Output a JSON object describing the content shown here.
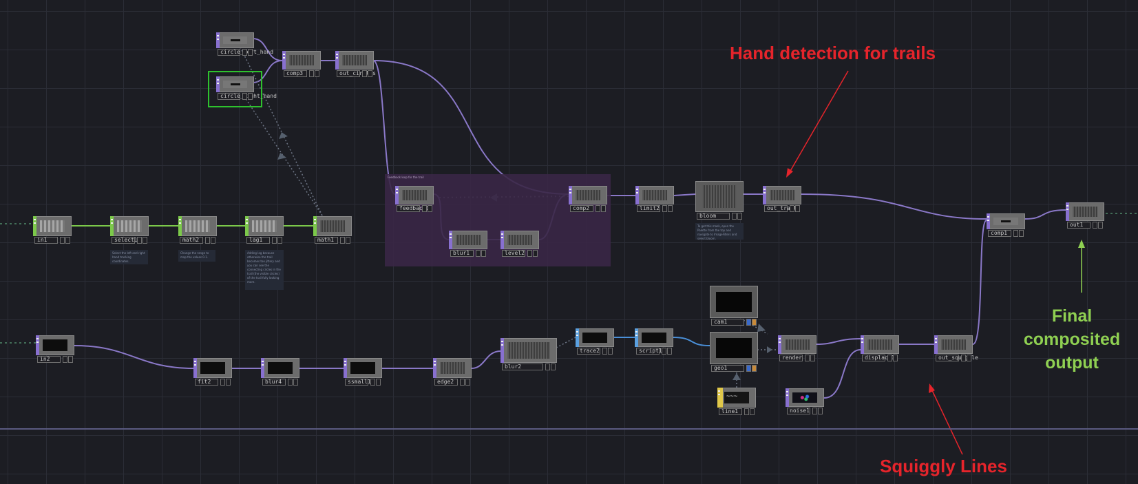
{
  "colors": {
    "background": "#1c1d23",
    "wire_top": "#8a78c8",
    "wire_chop": "#7cc94a",
    "wire_dat": "#4a90d9",
    "annotation_red": "#e6242b",
    "annotation_green": "#8fd052",
    "selection": "#2ec22e",
    "annex": "#3a2746"
  },
  "annotations": {
    "hand_detection": "Hand detection for trails",
    "squiggly": "Squiggly Lines",
    "final": "Final composited output"
  },
  "annex": {
    "title": "Feedback loop for the trail"
  },
  "comments": {
    "select1": "Select the left and right hand tracking coordinates.",
    "math2": "Change the range to map the values 0-1.",
    "lag1": "Adding lag because otherwise the trail becomes too jittery and you can see the connecting circles in the trail (the visible circles) of the trail fully looking more.",
    "bloom": "To get this mask, open the Palette from the top and navigate to ImageFilters and select bloom."
  },
  "nodes": {
    "circle_left": {
      "label": "circle_left_hand",
      "icon": "circle-top-icon"
    },
    "circle_right": {
      "label": "circle_right_hand",
      "icon": "circle-top-icon"
    },
    "comp3": {
      "label": "comp3",
      "icon": "composite-top-icon"
    },
    "out_circle": {
      "label": "out_circles",
      "icon": "out-top-icon"
    },
    "in1": {
      "label": "in1",
      "icon": "in-chop-icon"
    },
    "select1": {
      "label": "select1",
      "icon": "select-chop-icon"
    },
    "math2": {
      "label": "math2",
      "icon": "math-chop-icon"
    },
    "lag1": {
      "label": "lag1",
      "icon": "lag-chop-icon"
    },
    "math1": {
      "label": "math1",
      "icon": "math-chop-icon"
    },
    "feedback1": {
      "label": "feedback1",
      "icon": "feedback-top-icon"
    },
    "blur1": {
      "label": "blur1",
      "icon": "blur-top-icon"
    },
    "level2": {
      "label": "level2",
      "icon": "level-top-icon"
    },
    "comp2": {
      "label": "comp2",
      "icon": "composite-top-icon"
    },
    "limit2": {
      "label": "limit2",
      "icon": "limit-top-icon"
    },
    "bloom": {
      "label": "bloom",
      "icon": "bloom-comp-icon"
    },
    "out_trails": {
      "label": "out_trails",
      "icon": "out-top-icon"
    },
    "comp1": {
      "label": "comp1",
      "icon": "composite-top-icon"
    },
    "out1": {
      "label": "out1",
      "icon": "out-top-icon"
    },
    "in2": {
      "label": "in2",
      "icon": "in-top-icon"
    },
    "fit2": {
      "label": "fit2",
      "icon": "fit-top-icon"
    },
    "blur4": {
      "label": "blur4",
      "icon": "blur-top-icon"
    },
    "ssmall1": {
      "label": "ssmall1",
      "icon": "threshold-top-icon"
    },
    "edge2": {
      "label": "edge2",
      "icon": "edge-top-icon"
    },
    "blur2": {
      "label": "blur2",
      "icon": "blur-top-icon"
    },
    "trace2": {
      "label": "trace2",
      "icon": "trace-dat-icon"
    },
    "script1": {
      "label": "script1",
      "icon": "script-dat-icon"
    },
    "cam1": {
      "label": "cam1",
      "icon": "camera-comp-icon"
    },
    "geo1": {
      "label": "geo1",
      "icon": "geometry-comp-icon"
    },
    "line1": {
      "label": "line1",
      "icon": "line-sop-icon"
    },
    "render": {
      "label": "render",
      "icon": "render-top-icon"
    },
    "displace1": {
      "label": "displace1",
      "icon": "displace-top-icon"
    },
    "noise1": {
      "label": "noise1",
      "icon": "noise-top-icon"
    },
    "out_squiggle": {
      "label": "out_squiggle",
      "icon": "out-top-icon"
    }
  }
}
